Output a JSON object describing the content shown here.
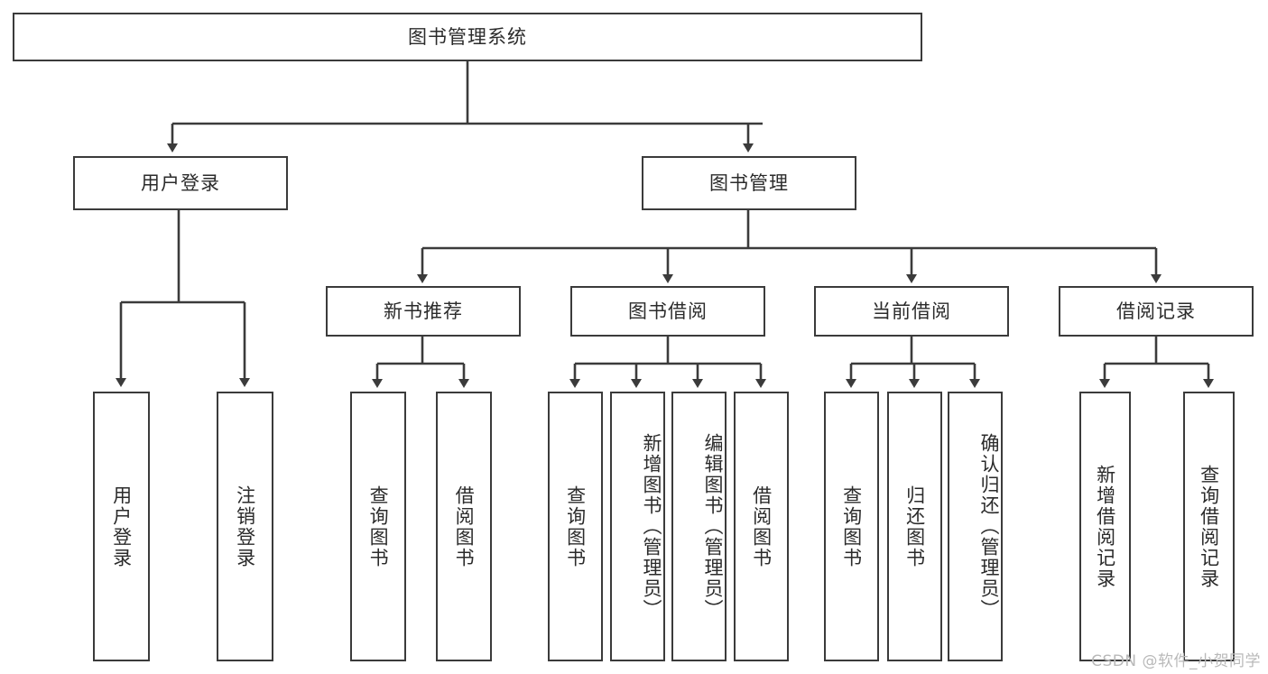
{
  "diagram": {
    "title": "图书管理系统",
    "type": "tree-hierarchy",
    "root": {
      "label": "图书管理系统"
    },
    "level2": [
      {
        "label": "用户登录"
      },
      {
        "label": "图书管理"
      }
    ],
    "level3": [
      {
        "label": "新书推荐"
      },
      {
        "label": "图书借阅"
      },
      {
        "label": "当前借阅"
      },
      {
        "label": "借阅记录"
      }
    ],
    "leaves": {
      "user_login": [
        {
          "label": "用户登录"
        },
        {
          "label": "注销登录"
        }
      ],
      "new_book_recommend": [
        {
          "label": "查询图书"
        },
        {
          "label": "借阅图书"
        }
      ],
      "book_borrow": [
        {
          "label": "查询图书"
        },
        {
          "label": "新增图书（管理员）"
        },
        {
          "label": "编辑图书（管理员）"
        },
        {
          "label": "借阅图书"
        }
      ],
      "current_borrow": [
        {
          "label": "查询图书"
        },
        {
          "label": "归还图书"
        },
        {
          "label": "确认归还（管理员）"
        }
      ],
      "borrow_record": [
        {
          "label": "新增借阅记录"
        },
        {
          "label": "查询借阅记录"
        }
      ]
    }
  },
  "watermark": {
    "text": "CSDN @软件_小贺同学"
  },
  "colors": {
    "border": "#3b3b3b",
    "text": "#2b2b2b",
    "background": "#ffffff",
    "wire": "#3b3b3b",
    "watermark": "#b9b9b9"
  }
}
